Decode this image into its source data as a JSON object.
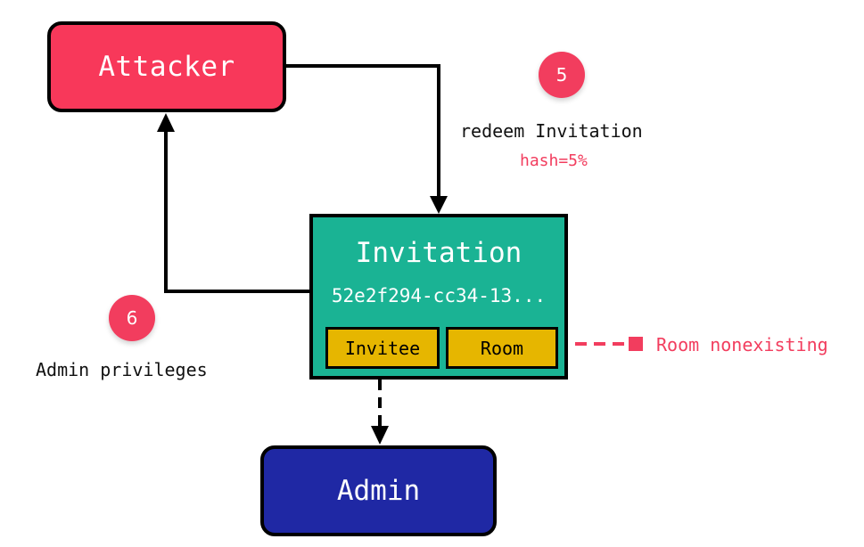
{
  "nodes": {
    "attacker": {
      "label": "Attacker"
    },
    "invitation": {
      "title": "Invitation",
      "id": "52e2f294-cc34-13...",
      "fields": {
        "invitee": "Invitee",
        "room": "Room"
      }
    },
    "admin": {
      "label": "Admin"
    }
  },
  "steps": [
    {
      "number": "5",
      "label": "redeem Invitation",
      "detail": "hash=5%"
    },
    {
      "number": "6",
      "label": "Admin privileges"
    }
  ],
  "annotations": {
    "room_status": "Room nonexisting"
  },
  "colors": {
    "attacker": "#f8385a",
    "invitation": "#1ab394",
    "field": "#e6b600",
    "admin": "#1f28a4",
    "accent": "#f23d5e"
  }
}
